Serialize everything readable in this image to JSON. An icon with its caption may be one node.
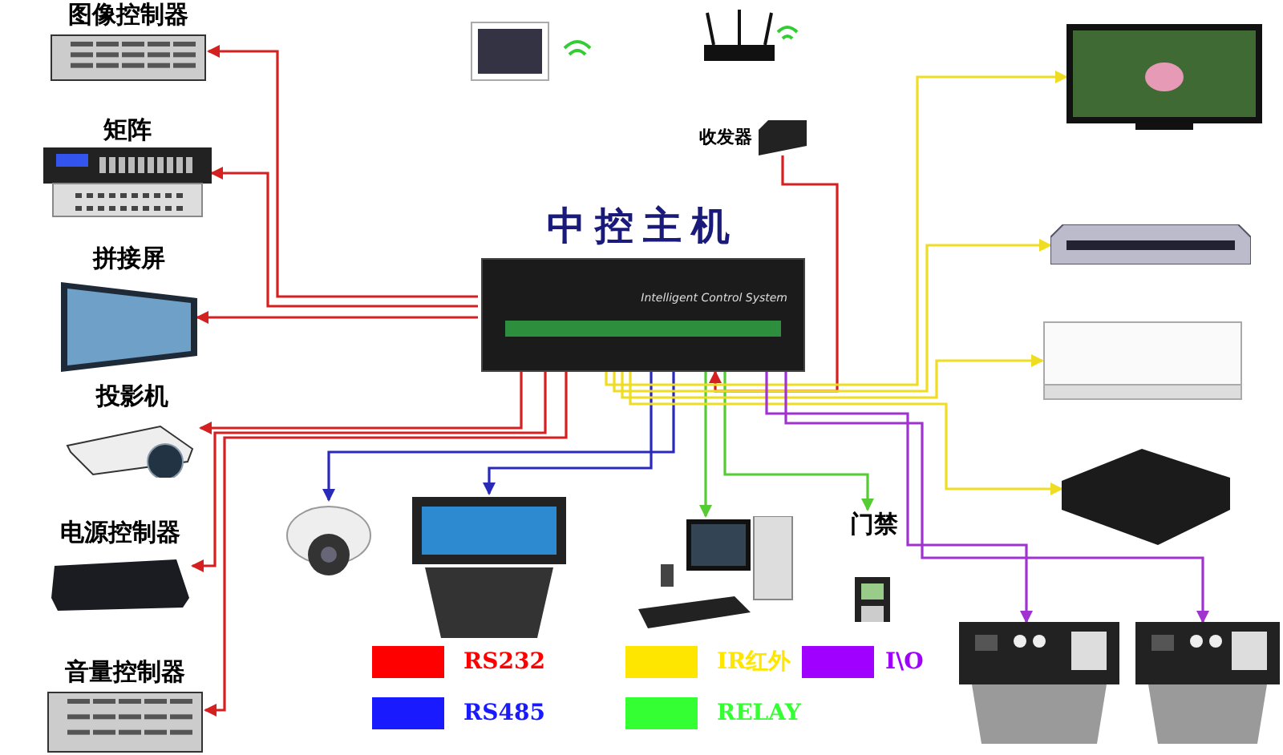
{
  "diagram": {
    "nodes": [
      {
        "text": [
          "中控主机",
          "Intelligent Control System"
        ]
      },
      {
        "text": [
          "图像控制器"
        ]
      },
      {
        "text": [
          "矩阵"
        ]
      },
      {
        "text": [
          "拼接屏"
        ]
      },
      {
        "text": [
          "投影机"
        ]
      },
      {
        "text": [
          "电源控制器"
        ]
      },
      {
        "text": [
          "音量控制器"
        ]
      },
      {
        "text": [],
        "shape": "picture"
      },
      {
        "text": [],
        "shape": "picture"
      },
      {
        "text": [
          "收发器"
        ]
      },
      {
        "text": [],
        "shape": "picture"
      },
      {
        "text": [],
        "shape": "picture"
      },
      {
        "text": [],
        "shape": "picture"
      },
      {
        "text": [],
        "shape": "picture"
      },
      {
        "text": [],
        "shape": "picture"
      },
      {
        "text": [],
        "shape": "picture"
      },
      {
        "text": [],
        "shape": "picture"
      },
      {
        "text": [],
        "shape": "picture"
      },
      {
        "text": [],
        "shape": "picture"
      },
      {
        "text": [
          "门禁"
        ]
      }
    ],
    "edges": [
      {
        "from": 0,
        "to": 1,
        "arrow": "to"
      },
      {
        "from": 0,
        "to": 2,
        "arrow": "to"
      },
      {
        "from": 0,
        "to": 3,
        "arrow": "to"
      },
      {
        "from": 0,
        "to": 4,
        "arrow": "to"
      },
      {
        "from": 0,
        "to": 5,
        "arrow": "to"
      },
      {
        "from": 0,
        "to": 6,
        "arrow": "to"
      },
      {
        "from": 9,
        "to": 0,
        "arrow": "to"
      },
      {
        "from": 0,
        "to": 16,
        "arrow": "to",
        "color": "#2a2ab8"
      },
      {
        "from": 0,
        "to": 17,
        "arrow": "to",
        "color": "#2a2ab8"
      },
      {
        "from": 0,
        "to": 18,
        "arrow": "to",
        "color": "#55cc33"
      },
      {
        "from": 0,
        "to": 19,
        "arrow": "to",
        "color": "#55cc33"
      },
      {
        "from": 0,
        "to": 10,
        "arrow": "to",
        "color": "#eedd22"
      },
      {
        "from": 0,
        "to": 11,
        "arrow": "to",
        "color": "#eedd22"
      },
      {
        "from": 0,
        "to": 12,
        "arrow": "to",
        "color": "#eedd22"
      },
      {
        "from": 0,
        "to": 13,
        "arrow": "to",
        "color": "#eedd22"
      },
      {
        "from": 0,
        "to": 14,
        "arrow": "to",
        "color": "#a033d0"
      },
      {
        "from": 0,
        "to": 15,
        "arrow": "to",
        "color": "#a033d0"
      }
    ],
    "legend": [
      {
        "text": "RS232",
        "color": "#ff0000"
      },
      {
        "text": "RS485",
        "color": "#1a1aff"
      },
      {
        "text": "IR红外",
        "color": "#ffe600"
      },
      {
        "text": "RELAY",
        "color": "#33ff33"
      },
      {
        "text": "I\\O",
        "color": "#a000ff"
      }
    ]
  }
}
